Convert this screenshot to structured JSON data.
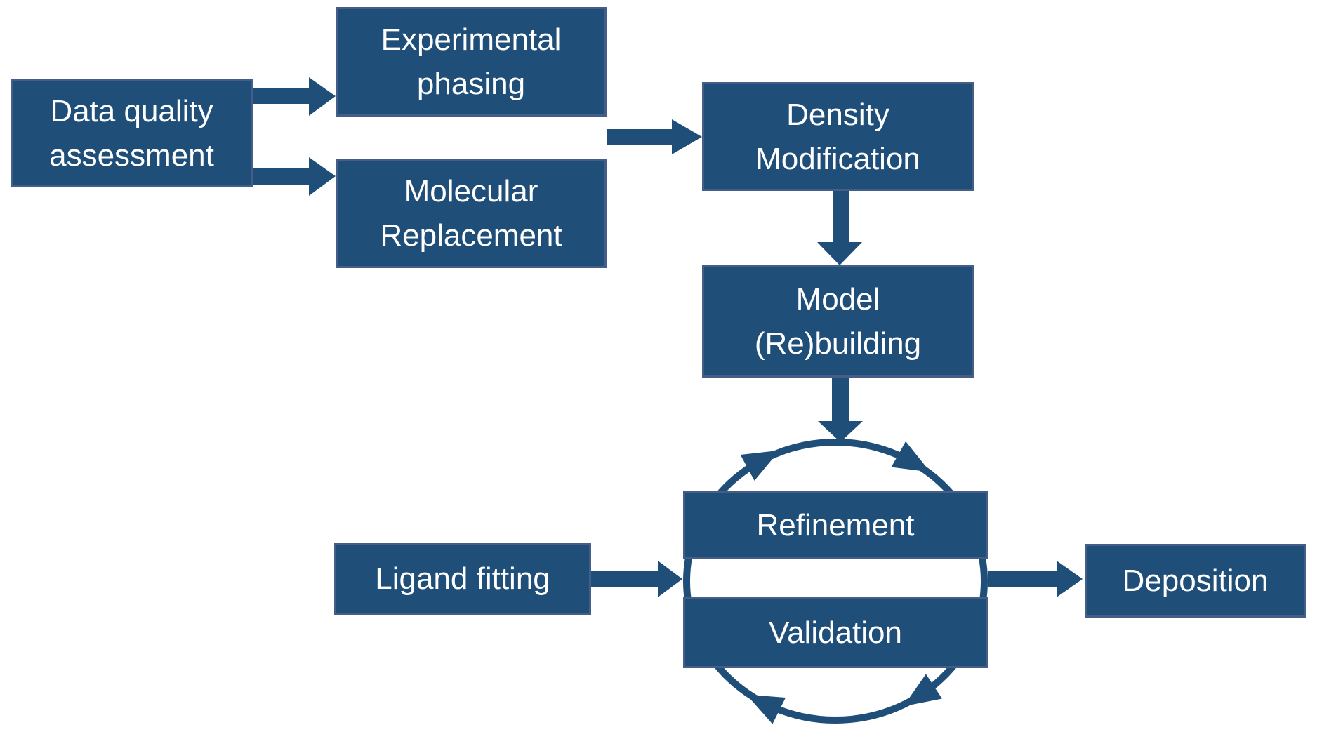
{
  "colors": {
    "background": "#FFFFFF",
    "node_fill": "#1F4E79",
    "node_border": "#455E87",
    "arrow": "#1F4E79",
    "text": "#FFFFFF"
  },
  "nodes": {
    "data_quality_assessment": {
      "lines": [
        "Data quality",
        "assessment"
      ]
    },
    "experimental_phasing": {
      "lines": [
        "Experimental",
        "phasing"
      ]
    },
    "molecular_replacement": {
      "lines": [
        "Molecular",
        "Replacement"
      ]
    },
    "density_modification": {
      "lines": [
        "Density",
        "Modification"
      ]
    },
    "model_rebuilding": {
      "lines": [
        "Model",
        "(Re)building"
      ]
    },
    "refinement": {
      "lines": [
        "Refinement"
      ]
    },
    "validation": {
      "lines": [
        "Validation"
      ]
    },
    "ligand_fitting": {
      "lines": [
        "Ligand fitting"
      ]
    },
    "deposition": {
      "lines": [
        "Deposition"
      ]
    }
  },
  "edges": [
    {
      "from": "data_quality_assessment",
      "to": "experimental_phasing"
    },
    {
      "from": "data_quality_assessment",
      "to": "molecular_replacement"
    },
    {
      "from": "experimental_phasing / molecular_replacement",
      "to": "density_modification"
    },
    {
      "from": "density_modification",
      "to": "model_rebuilding"
    },
    {
      "from": "model_rebuilding",
      "to": "refinement_validation_cycle"
    },
    {
      "from": "ligand_fitting",
      "to": "refinement_validation_cycle"
    },
    {
      "from": "refinement_validation_cycle",
      "to": "deposition"
    }
  ],
  "cycle": {
    "members": [
      "refinement",
      "validation"
    ],
    "direction": "clockwise"
  }
}
